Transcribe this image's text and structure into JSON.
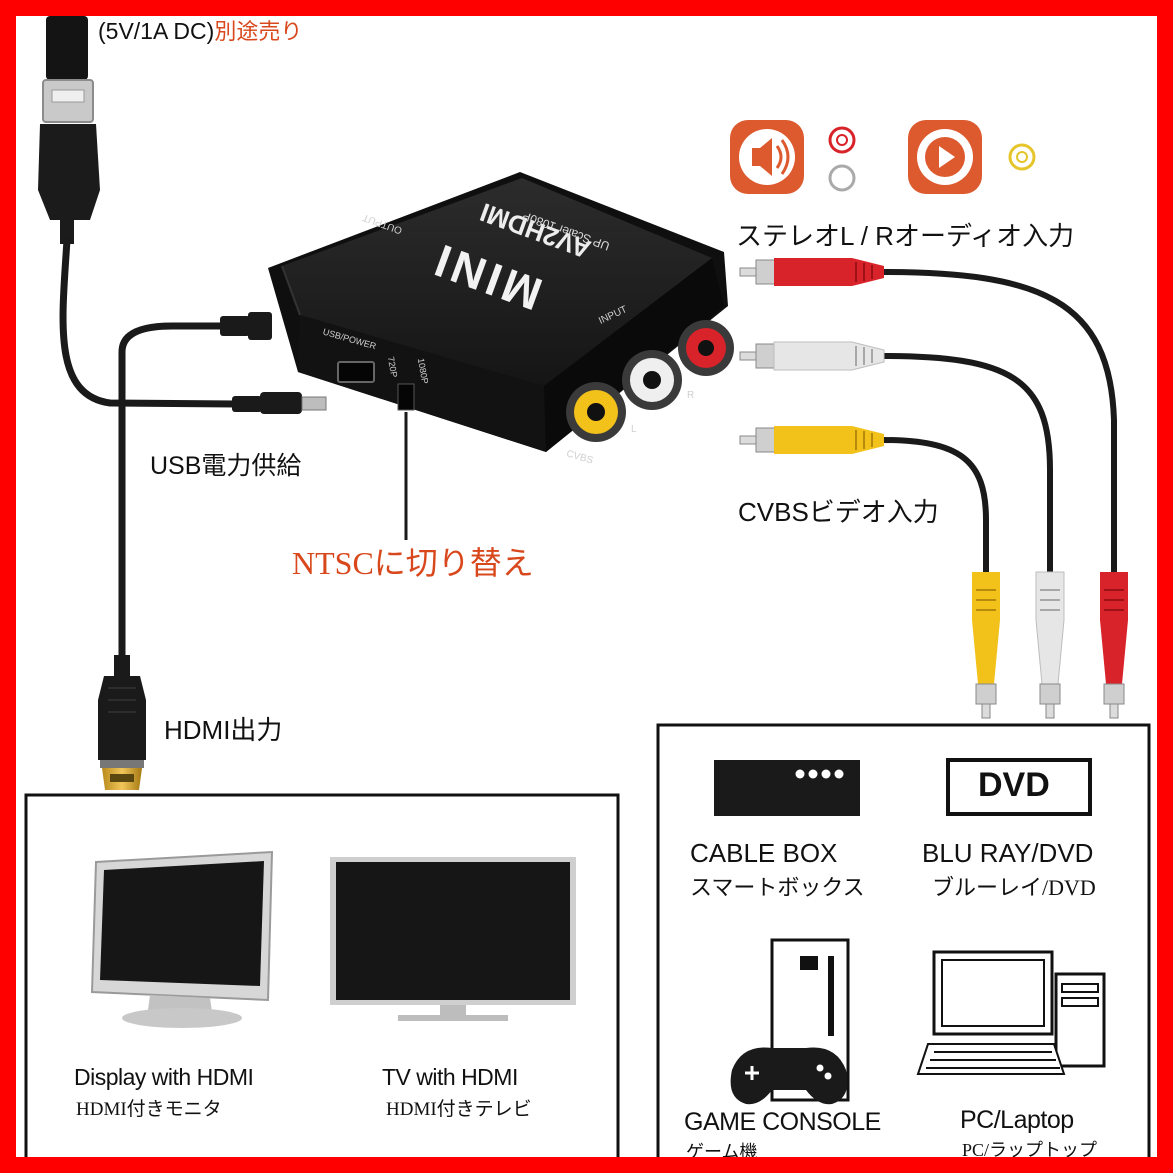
{
  "colors": {
    "border": "#ff0000",
    "accent_text": "#d9481c",
    "icon_orange": "#dd5a2e",
    "cable_red": "#d8232a",
    "cable_white": "#e6e6e6",
    "cable_yellow": "#f2c21b",
    "device_black": "#1a1a1a"
  },
  "callouts": {
    "power_spec": "(5V/1A DC)",
    "power_note": "別途売り",
    "usb_power": "USB電力供給",
    "ntsc_switch": "NTSCに切り替え",
    "hdmi_out": "HDMI出力",
    "audio_in": "ステレオL / Rオーディオ入力",
    "video_in": "CVBSビデオ入力"
  },
  "device": {
    "brand": "MINI",
    "model": "AV2HDMI",
    "scaler": "UP Scaler 1080P",
    "output_port": "OUTPUT",
    "input_port": "INPUT",
    "usb_port": "USB/POWER",
    "switch_720": "720P",
    "switch_1080": "1080P",
    "jack_cvbs": "CVBS",
    "jack_l": "L",
    "jack_r": "R"
  },
  "outputs": {
    "display_en": "Display with HDMI",
    "display_jp": "HDMI付きモニタ",
    "tv_en": "TV with HDMI",
    "tv_jp": "HDMI付きテレビ"
  },
  "sources": {
    "cable_box_en": "CABLE BOX",
    "cable_box_jp": "スマートボックス",
    "dvd_logo": "DVD",
    "bluray_en": "BLU RAY/DVD",
    "bluray_jp": "ブルーレイ/DVD",
    "game_en": "GAME CONSOLE",
    "game_jp": "ゲーム機",
    "pc_en": "PC/Laptop",
    "pc_jp": "PC/ラップトップ"
  },
  "icons": {
    "audio": "speaker-icon",
    "video": "play-icon",
    "display": "monitor-icon",
    "tv": "tv-icon",
    "cable_box": "set-top-box-icon",
    "bluray": "dvd-player-icon",
    "game": "gamepad-icon",
    "pc": "desktop-pc-icon"
  }
}
